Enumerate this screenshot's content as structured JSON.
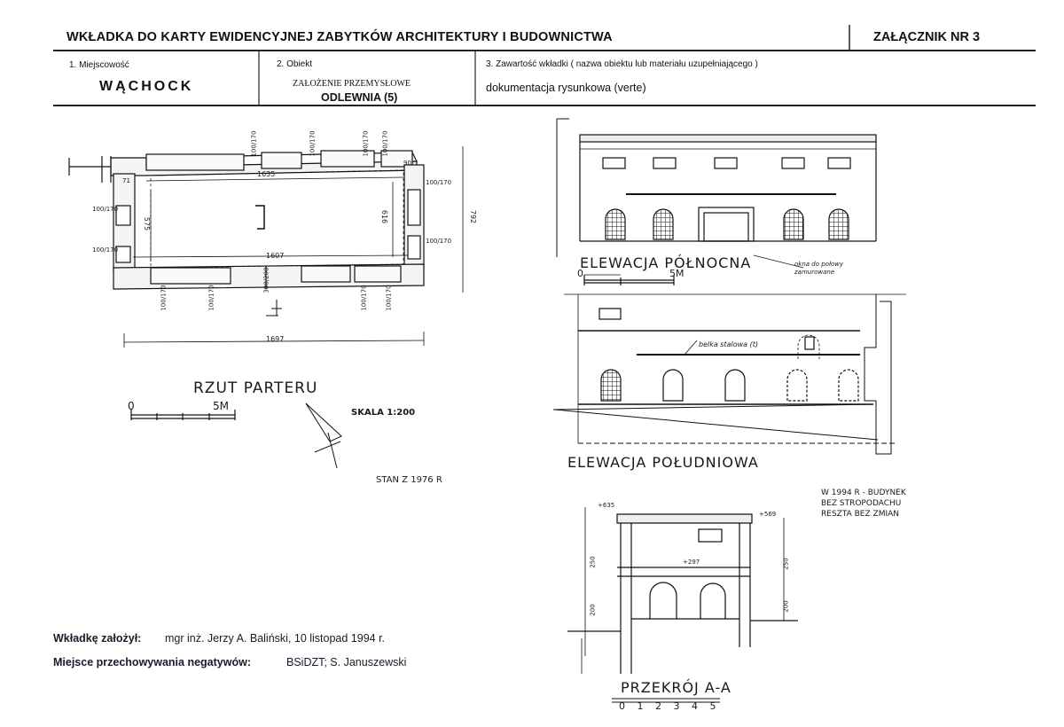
{
  "header": {
    "title": "WKŁADKA DO KARTY EWIDENCYJNEJ ZABYTKÓW ARCHITEKTURY I BUDOWNICTWA",
    "annex": "ZAŁĄCZNIK NR 3"
  },
  "fields": {
    "place_label": "1. Miejscowość",
    "place_value": "WĄCHOCK",
    "object_label": "2. Obiekt",
    "object_line1": "ZAŁOŻENIE PRZEMYSŁOWE",
    "object_line2": "ODLEWNIA (5)",
    "content_label": "3. Zawartość wkładki ( nazwa obiektu lub materiału uzupełniającego )",
    "content_value": "dokumentacja rysunkowa (verte)"
  },
  "plan": {
    "title": "RZUT PARTERU",
    "scale_zero": "0",
    "scale_end": "5M",
    "scale_text": "SKALA 1:200",
    "state": "STAN Z 1976 R",
    "dim_inner_top": "1635",
    "dim_inner_bottom": "1607",
    "dim_overall": "1697",
    "dim_left_height": "575",
    "dim_right_height": "616",
    "dim_side": "792",
    "dims_top": [
      "100/170",
      "100/170",
      "100/170",
      "100/170"
    ],
    "dims_bottom": [
      "100/170",
      "100/170",
      "100/170",
      "100/170"
    ],
    "dims_left": [
      "100/170",
      "100/170"
    ],
    "dims_right": [
      "100/170",
      "100/170"
    ],
    "dim_door": "300/200",
    "dim_corner_a": "90",
    "dim_corner_b": "71"
  },
  "elevation_north": {
    "title": "ELEWACJA PÓŁNOCNA",
    "scale_zero": "0",
    "scale_end": "5M",
    "note": "okna do połowy zamurowane"
  },
  "elevation_south": {
    "title": "ELEWACJA POŁUDNIOWA",
    "beam_label": "belka stalowa (t)"
  },
  "section": {
    "title": "PRZEKRÓJ A-A",
    "scale": "0 1 2 3 4 5",
    "note_line1": "W 1994 R - BUDYNEK",
    "note_line2": "BEZ STROPODACHU",
    "note_line3": "RESZTA BEZ ZMIAN",
    "level_left_top": "+635",
    "level_right_top": "+569",
    "level_mid": "+297",
    "dims_left": [
      "250",
      "200"
    ],
    "dims_right": [
      "250",
      "200"
    ]
  },
  "footer": {
    "created_label": "Wkładkę założył:",
    "created_value": "mgr inż. Jerzy A. Baliński, 10 listopad 1994 r.",
    "negatives_label": "Miejsce przechowywania negatywów:",
    "negatives_value": "BSiDZT; S. Januszewski"
  }
}
